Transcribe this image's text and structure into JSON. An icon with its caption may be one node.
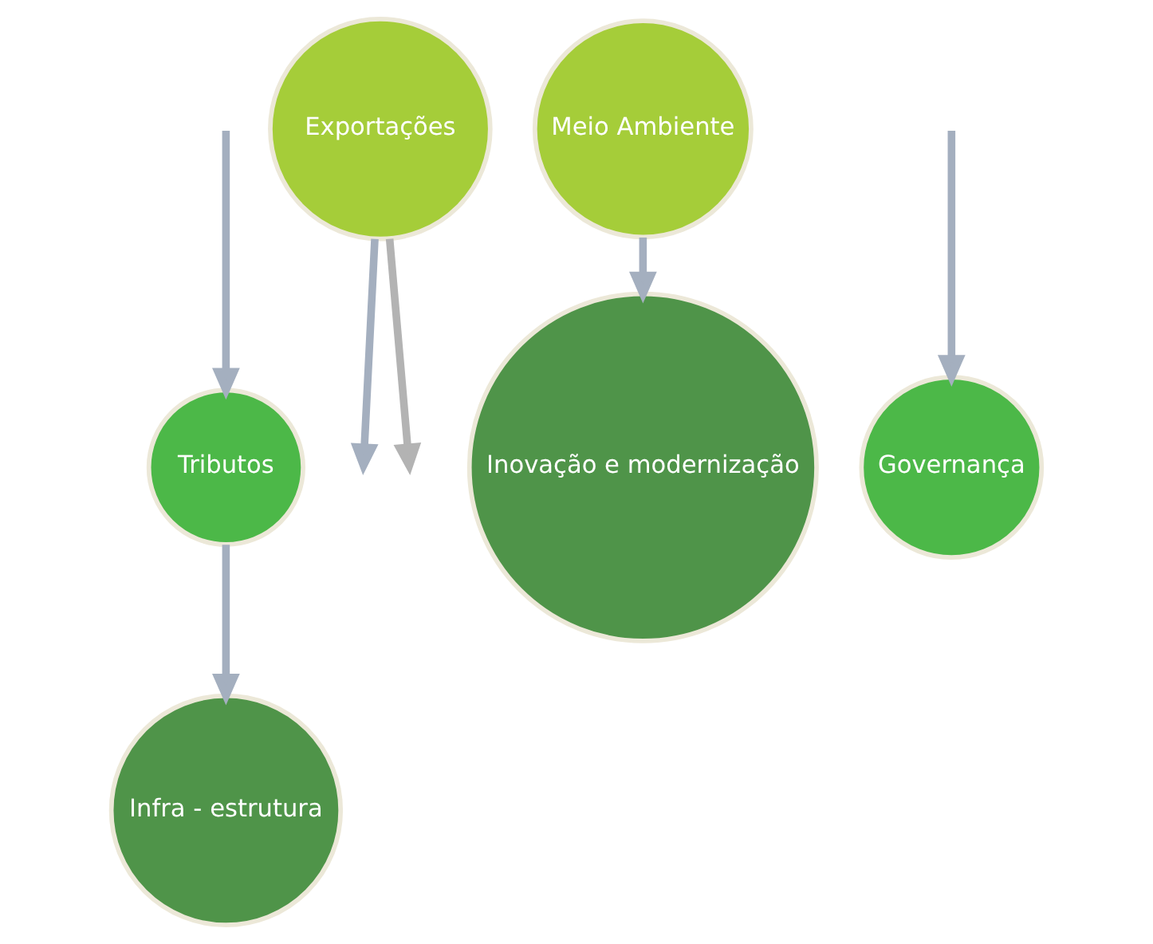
{
  "diagram": {
    "nodes": [
      {
        "text": [
          "Infra - estrutura"
        ]
      },
      {
        "text": [
          "Tributos"
        ]
      },
      {
        "text": [
          "Exportações"
        ]
      },
      {
        "text": [
          "Meio Ambiente"
        ]
      },
      {
        "text": [
          "Governança"
        ]
      },
      {
        "text": [
          "Inovação e modernização"
        ]
      }
    ],
    "edges": [
      {
        "from": 1,
        "to": 0,
        "arrow": "to"
      },
      {
        "from": null,
        "to": 1,
        "arrow": "to"
      },
      {
        "from": 2,
        "to": null,
        "arrow": "to"
      },
      {
        "from": 2,
        "to": null,
        "arrow": "to",
        "color": "#b3b3b3"
      },
      {
        "from": null,
        "to": 4,
        "arrow": "to"
      },
      {
        "from": 3,
        "to": 5,
        "arrow": "to"
      }
    ]
  }
}
